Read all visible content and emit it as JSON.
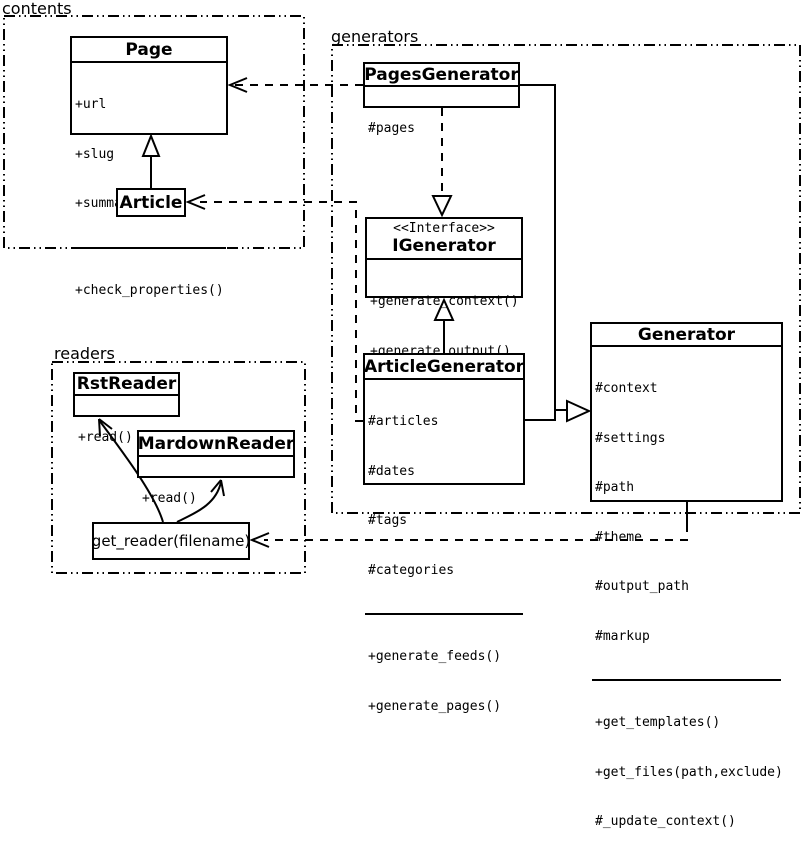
{
  "diagram_type": "uml-class-diagram",
  "colors": {
    "stroke": "#000000",
    "background": "#ffffff"
  },
  "packages": {
    "contents": {
      "label": "contents"
    },
    "generators": {
      "label": "generators"
    },
    "readers": {
      "label": "readers"
    }
  },
  "classes": {
    "page": {
      "name": "Page",
      "attrs": [
        "+url",
        "+slug",
        "+summary"
      ],
      "methods": [
        "+check_properties()"
      ]
    },
    "article": {
      "name": "Article"
    },
    "pages_generator": {
      "name": "PagesGenerator",
      "attrs": [
        "#pages"
      ]
    },
    "igenerator": {
      "stereotype": "<<Interface>>",
      "name": "IGenerator",
      "methods": [
        "+generate_context()",
        "+generate_output()"
      ]
    },
    "article_generator": {
      "name": "ArticleGenerator",
      "attrs": [
        "#articles",
        "#dates",
        "#tags",
        "#categories"
      ],
      "methods": [
        "+generate_feeds()",
        "+generate_pages()"
      ]
    },
    "generator": {
      "name": "Generator",
      "attrs": [
        "#context",
        "#settings",
        "#path",
        "#theme",
        "#output_path",
        "#markup"
      ],
      "methods": [
        "+get_templates()",
        "+get_files(path,exclude)",
        "#_update_context()"
      ]
    },
    "rst_reader": {
      "name": "RstReader",
      "methods": [
        "+read()"
      ]
    },
    "mardown_reader": {
      "name": "MardownReader",
      "methods": [
        "+read()"
      ]
    },
    "get_reader": {
      "label": "get_reader(filename)"
    }
  },
  "relationships": [
    {
      "from": "Article",
      "to": "Page",
      "type": "generalization"
    },
    {
      "from": "PagesGenerator",
      "to": "Page",
      "type": "dependency"
    },
    {
      "from": "ArticleGenerator",
      "to": "Article",
      "type": "dependency"
    },
    {
      "from": "PagesGenerator",
      "to": "IGenerator",
      "type": "realization"
    },
    {
      "from": "ArticleGenerator",
      "to": "IGenerator",
      "type": "generalization"
    },
    {
      "from": "PagesGenerator",
      "to": "Generator",
      "type": "generalization"
    },
    {
      "from": "ArticleGenerator",
      "to": "Generator",
      "type": "generalization"
    },
    {
      "from": "Generator",
      "to": "get_reader",
      "type": "dependency"
    },
    {
      "from": "get_reader",
      "to": "RstReader",
      "type": "dispatch"
    },
    {
      "from": "get_reader",
      "to": "MardownReader",
      "type": "dispatch"
    }
  ]
}
